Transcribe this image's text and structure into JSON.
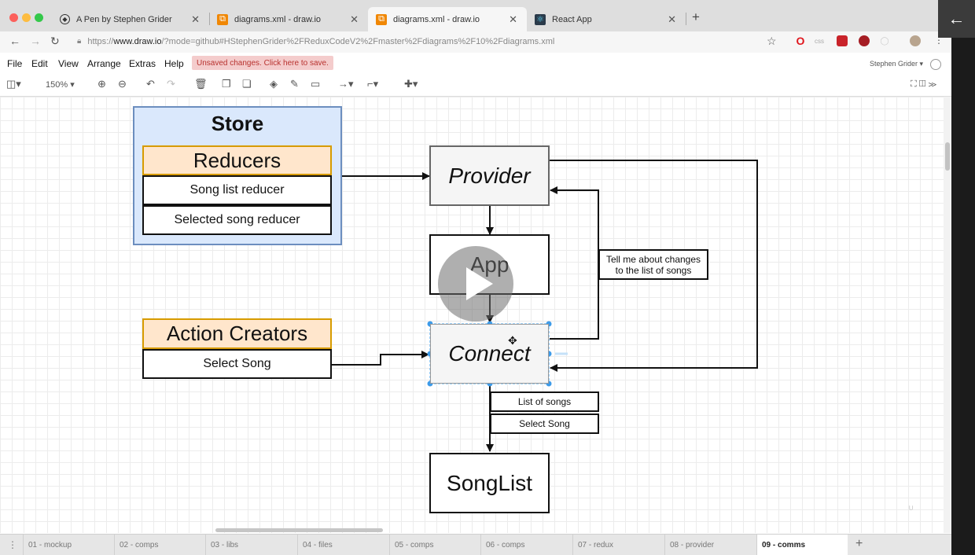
{
  "browser": {
    "tabs": [
      {
        "title": "A Pen by Stephen Grider",
        "icon": "codepen-icon"
      },
      {
        "title": "diagrams.xml - draw.io",
        "icon": "drawio-icon"
      },
      {
        "title": "diagrams.xml - draw.io",
        "icon": "drawio-icon",
        "active": true
      },
      {
        "title": "React App",
        "icon": "react-icon"
      }
    ],
    "url_prefix": "https://",
    "url_host": "www.draw.io",
    "url_rest": "/?mode=github#HStephenGrider%2FReduxCodeV2%2Fmaster%2Fdiagrams%2F10%2Fdiagrams.xml"
  },
  "menu": {
    "items": [
      "File",
      "Edit",
      "View",
      "Arrange",
      "Extras",
      "Help"
    ],
    "unsaved": "Unsaved changes. Click here to save.",
    "user": "Stephen Grider"
  },
  "toolbar": {
    "zoom": "150%"
  },
  "diagram": {
    "store_title": "Store",
    "reducers_title": "Reducers",
    "song_list_reducer": "Song list reducer",
    "selected_song_reducer": "Selected song reducer",
    "provider": "Provider",
    "app": "App",
    "connect": "Connect",
    "tell_me_1": "Tell me about changes",
    "tell_me_2": "to the list of songs",
    "action_creators": "Action Creators",
    "select_song": "Select Song",
    "list_of_songs": "List of songs",
    "select_song_label": "Select Song",
    "songlist": "SongList"
  },
  "pages": [
    "01 - mockup",
    "02 - comps",
    "03 - libs",
    "04 - files",
    "05 - comps",
    "06 - comps",
    "07 - redux",
    "08 - provider",
    "09 - comms"
  ],
  "active_page": "09 - comms"
}
